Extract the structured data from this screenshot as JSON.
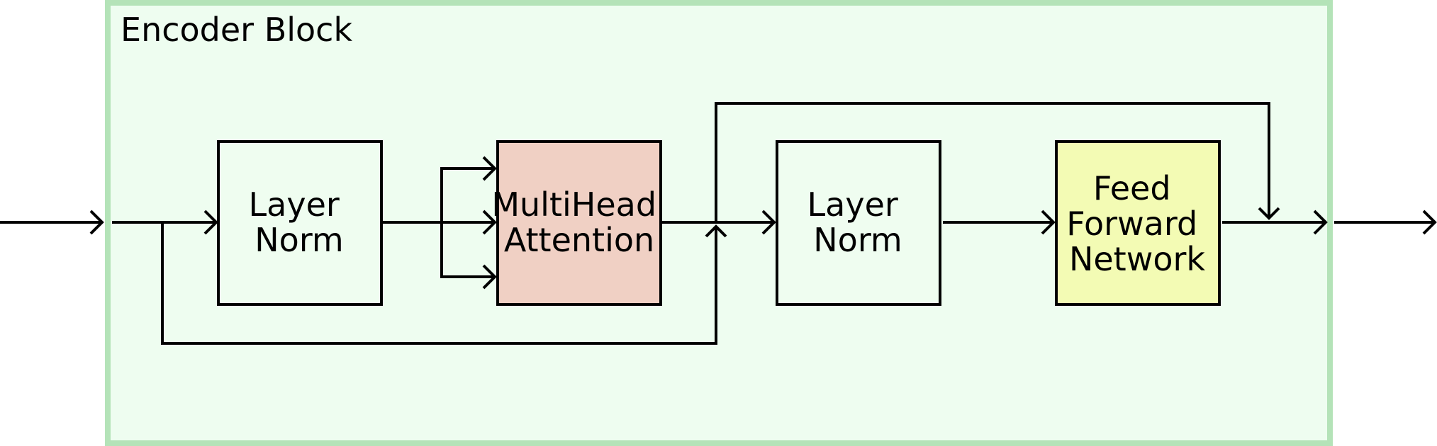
{
  "diagram": {
    "title": "Encoder Block",
    "colors": {
      "container_fill": "#eefdf0",
      "container_border": "#b4e3b8",
      "layer_norm_fill": "#effdf0",
      "attention_fill": "#f0d0c4",
      "feed_forward_fill": "#f3fbb4",
      "line": "#000000"
    },
    "blocks": {
      "layer_norm_1": {
        "line1": "Layer",
        "line2": "Norm"
      },
      "attention": {
        "line1": "MultiHead",
        "line2": "Attention"
      },
      "layer_norm_2": {
        "line1": "Layer",
        "line2": "Norm"
      },
      "feed_forward": {
        "line1": "Feed",
        "line2": "Forward",
        "line3": "Network"
      }
    }
  }
}
